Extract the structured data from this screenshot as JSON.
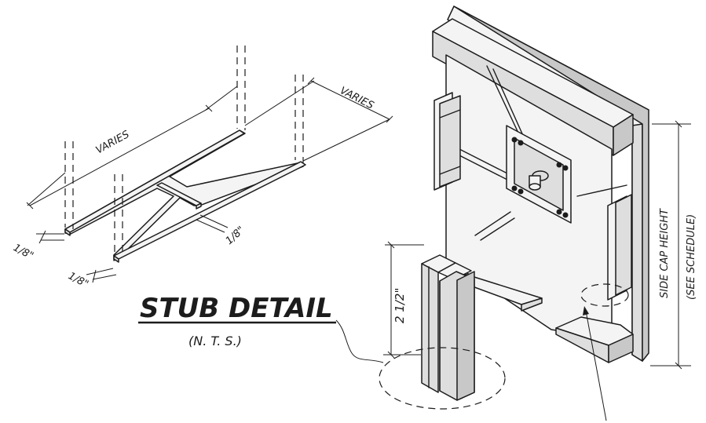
{
  "stub_detail": {
    "title": "STUB DETAIL",
    "subtitle": "(N. T. S.)",
    "dim_varies_top": "VARIES",
    "dim_varies_right": "VARIES",
    "dim_eighth_a": "1/8\"",
    "dim_eighth_b": "1/8\"",
    "dim_eighth_c": "1/8\""
  },
  "side_cap": {
    "height_label": "SIDE CAP HEIGHT",
    "schedule_label": "(SEE SCHEDULE)",
    "stub_height_label": "2 1/2\""
  },
  "colors": {
    "line": "#1c1c1c",
    "background": "#ffffff"
  }
}
